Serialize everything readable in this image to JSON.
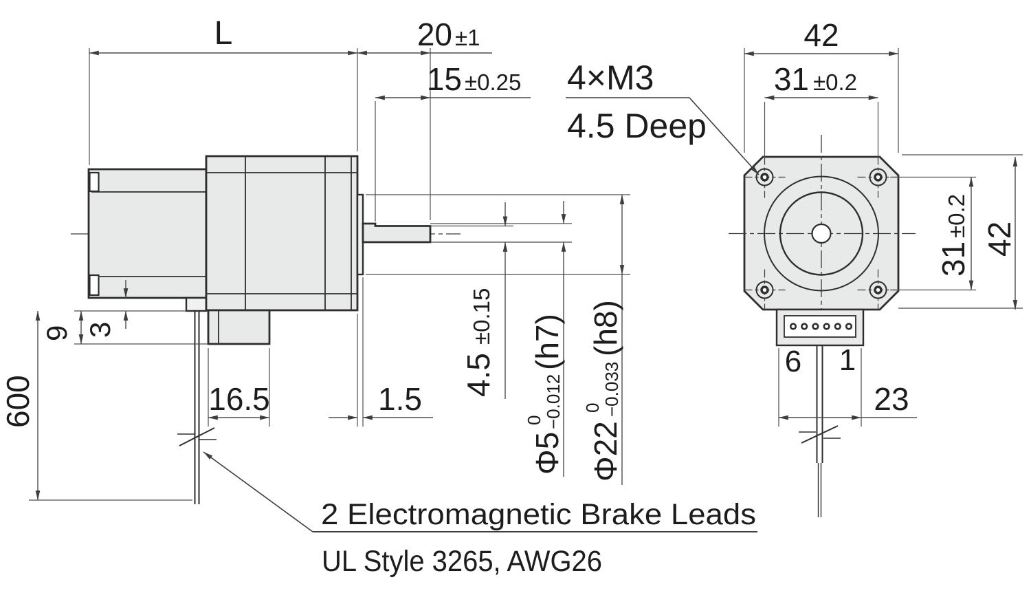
{
  "side": {
    "dim_length_label": "L",
    "dim_shaft_len": "20",
    "dim_shaft_len_tol": "±1",
    "dim_flat_len": "15",
    "dim_flat_len_tol": "±0.25",
    "dim_lead_len": "600",
    "dim_bushing_offset": "3",
    "dim_connector_protrusion": "9",
    "dim_connector_width": "16.5",
    "dim_pilot_depth": "1.5",
    "dim_flat_height": "4.5",
    "dim_flat_height_tol": "±0.15",
    "shaft_dia": "Φ5",
    "shaft_dia_tol_upper": "0",
    "shaft_dia_tol_lower": "−0.012",
    "shaft_dia_fit": "(h7)",
    "pilot_dia": "Φ22",
    "pilot_dia_tol_upper": "0",
    "pilot_dia_tol_lower": "−0.033",
    "pilot_dia_fit": "(h8)"
  },
  "front": {
    "dim_width": "42",
    "dim_height": "42",
    "dim_pitch_h": "31",
    "dim_pitch_h_tol": "±0.2",
    "dim_pitch_v": "31",
    "dim_pitch_v_tol": "±0.2",
    "screw_note_line1": "4×M3",
    "screw_note_line2": "4.5 Deep",
    "pin_left": "6",
    "pin_right": "1",
    "pin_count": 6,
    "dim_connector_pitch": "23"
  },
  "notes": {
    "leads_note": "2 Electromagnetic Brake Leads",
    "ul_note": "UL Style 3265, AWG26"
  },
  "colors": {
    "body_fill": "#e8e9e9",
    "outline": "#2e2e2e",
    "dim_line": "#4d4d4d",
    "text": "#1c1c1c",
    "background": "#ffffff"
  }
}
